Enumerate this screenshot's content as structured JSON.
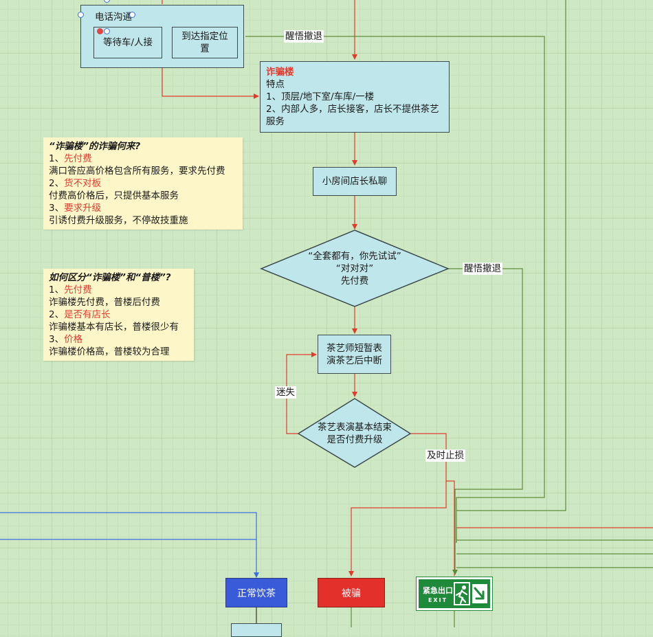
{
  "group": {
    "title": "电话沟通",
    "wait": "等待车/人接",
    "arrive": "到达指定位置"
  },
  "scam_building": {
    "title": "诈骗楼",
    "sub": "特点",
    "line1": "1、顶层/地下室/车库/一楼",
    "line2": "2、内部人多，店长接客，店长不提供茶艺服务"
  },
  "nodes": {
    "private_chat": "小房间店长私聊",
    "diamond1_line1": "“全套都有，你先试试”",
    "diamond1_line2": "“对对对”",
    "diamond1_line3": "先付费",
    "tea_art": "茶艺师短暂表演茶艺后中断",
    "diamond2_line1": "茶艺表演基本结束",
    "diamond2_line2": "是否付费升级"
  },
  "edge_labels": {
    "wake_retreat_1": "醒悟撤退",
    "wake_retreat_2": "醒悟撤退",
    "lost": "迷失",
    "stop_loss": "及时止损"
  },
  "note1": {
    "title": "“诈骗楼”的诈骗何来?",
    "n1": "1、",
    "h1": "先付费",
    "d1": "满口答应高价格包含所有服务，要求先付费",
    "n2": "2、",
    "h2": "货不对板",
    "d2": "付费高价格后，只提供基本服务",
    "n3": "3、",
    "h3": "要求升级",
    "d3": "引诱付费升级服务，不停故技重施"
  },
  "note2": {
    "title": "如何区分“诈骗楼”和“普楼”?",
    "n1": "1、",
    "h1": "先付费",
    "d1": "诈骗楼先付费，普楼后付费",
    "n2": "2、",
    "h2": "是否有店长",
    "d2": "诈骗楼基本有店长，普楼很少有",
    "n3": "3、",
    "h3": "价格",
    "d3": "诈骗楼价格高，普楼较为合理"
  },
  "endpoints": {
    "normal": "正常饮茶",
    "scammed": "被骗",
    "exit_cn": "紧急出口",
    "exit_en": "EXIT"
  },
  "colors": {
    "red_line": "#e23b2e",
    "green_line": "#5f8a3a",
    "blue_line": "#3a6fe0",
    "node_fill": "#bfe6ea",
    "normal_fill": "#3a5bd9",
    "scammed_fill": "#e3302a",
    "exit_fill": "#1f8a3a"
  }
}
